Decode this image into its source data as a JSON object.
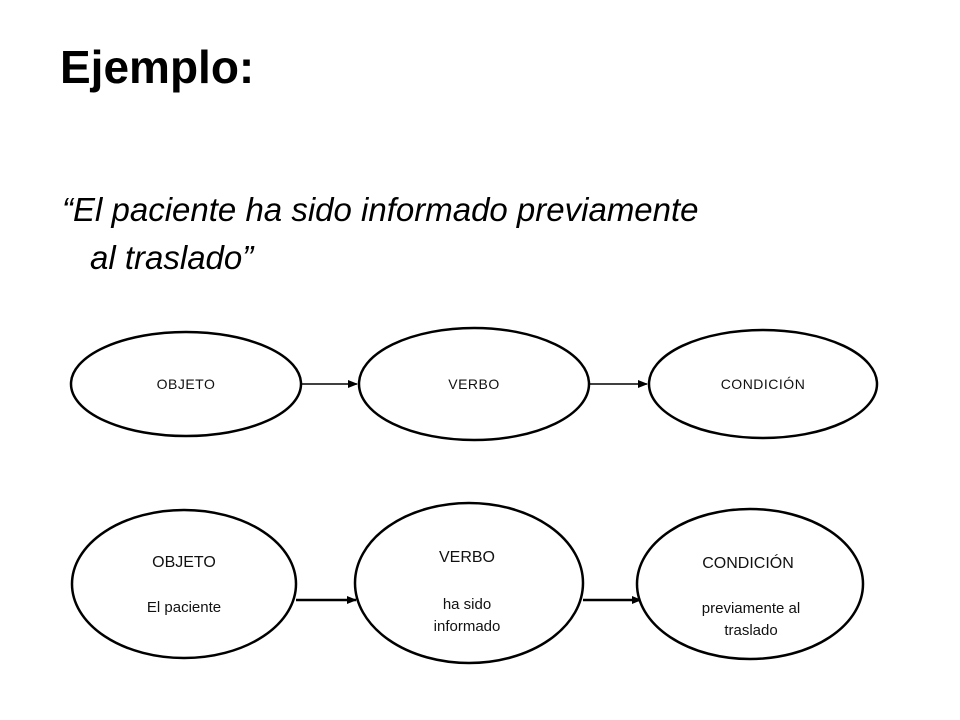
{
  "slide": {
    "title": "Ejemplo:",
    "quote": {
      "open_mark": "“",
      "line1": "El paciente ha sido informado previamente",
      "line2": "al traslado",
      "close_mark": "”"
    }
  },
  "diagram": {
    "generic_row": {
      "nodes": [
        {
          "label": "OBJETO"
        },
        {
          "label": "VERBO"
        },
        {
          "label": "CONDICIÓN"
        }
      ]
    },
    "example_row": {
      "nodes": [
        {
          "label": "OBJETO",
          "detail": [
            "El paciente"
          ]
        },
        {
          "label": "VERBO",
          "detail": [
            "ha sido",
            "informado"
          ]
        },
        {
          "label": "CONDICIÓN",
          "detail": [
            "previamente al",
            "traslado"
          ]
        }
      ]
    }
  }
}
